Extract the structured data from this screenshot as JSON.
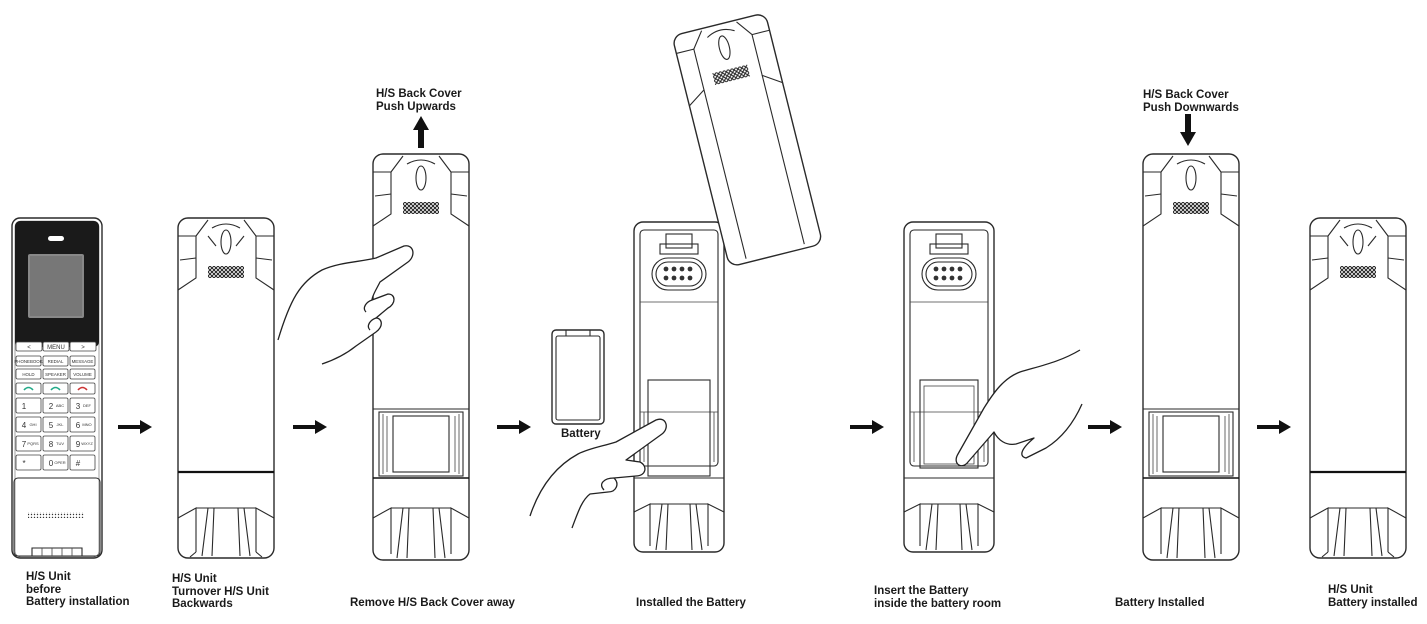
{
  "labels": {
    "s1": [
      "H/S Unit",
      "before",
      "Battery installation"
    ],
    "s2": [
      "H/S Unit",
      "Turnover H/S Unit",
      "Backwards"
    ],
    "s3": [
      "Remove H/S Back Cover away"
    ],
    "s4": [
      "Installed the Battery"
    ],
    "s5": [
      "Insert the Battery",
      "inside the battery room"
    ],
    "s6": [
      "Battery Installed"
    ],
    "s7": [
      "H/S Unit",
      "Battery installed"
    ]
  },
  "callouts": {
    "up": [
      "H/S Back Cover",
      "Push Upwards"
    ],
    "down": [
      "H/S Back Cover",
      "Push Downwards"
    ],
    "battery": "Battery"
  },
  "front_keys": {
    "nav": [
      "<",
      "MENU",
      ">"
    ],
    "func_row1": [
      "PHONEBOOK",
      "REDIAL",
      "MESSAGE"
    ],
    "func_row2": [
      "HOLD",
      "SPEAKER",
      "VOLUME"
    ],
    "digits": [
      [
        "1",
        ""
      ],
      [
        "2",
        "ABC"
      ],
      [
        "3",
        "DEF"
      ],
      [
        "4",
        "GHI"
      ],
      [
        "5",
        "JKL"
      ],
      [
        "6",
        "MNO"
      ],
      [
        "7",
        "PQRS"
      ],
      [
        "8",
        "TUV"
      ],
      [
        "9",
        "WXYZ"
      ],
      [
        "*",
        ""
      ],
      [
        "0",
        "OPER"
      ],
      [
        "#",
        ""
      ]
    ]
  }
}
